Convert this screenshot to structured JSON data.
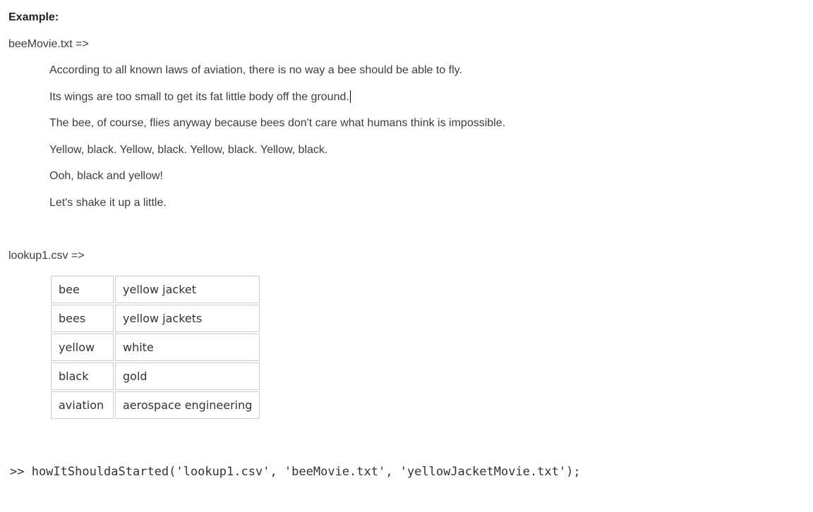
{
  "page": {
    "heading": "Example:"
  },
  "bee_movie": {
    "label": "beeMovie.txt =>",
    "lines": [
      "According to all known laws of aviation, there is no way a bee should be able to fly.",
      "Its wings are too small to get its fat little body off the ground.",
      "The bee, of course, flies anyway because bees don't care what humans think is impossible.",
      "Yellow, black. Yellow, black. Yellow, black. Yellow, black.",
      "Ooh, black and yellow!",
      "Let's shake it up a little."
    ],
    "cursor_after_line": 1
  },
  "lookup": {
    "label": "lookup1.csv =>",
    "rows": [
      [
        "bee",
        "yellow jacket"
      ],
      [
        "bees",
        "yellow jackets"
      ],
      [
        "yellow",
        "white"
      ],
      [
        "black",
        "gold"
      ],
      [
        "aviation",
        "aerospace engineering"
      ]
    ]
  },
  "console": {
    "code_line": ">> howItShouldaStarted('lookup1.csv', 'beeMovie.txt', 'yellowJacketMovie.txt');"
  },
  "colors": {
    "background": "#ffffff",
    "heading_text": "#1f1f1f",
    "body_text": "#3d3d3d",
    "table_text": "#333333",
    "table_border": "#cccccc",
    "code_text": "#333333",
    "cursor": "#000000"
  }
}
